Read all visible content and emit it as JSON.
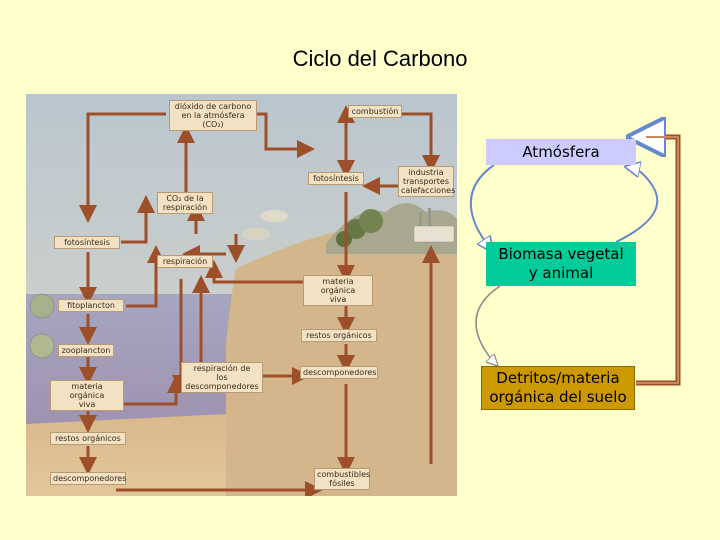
{
  "title": "Ciclo del Carbono",
  "figure_labels": {
    "co2_atmosfera": "dióxido de carbono\nen la atmósfera\n(CO₂)",
    "combustion": "combustión",
    "fotosintesis_right": "fotosíntesis",
    "industria": "industria\ntransportes\ncalefacciones",
    "co2_respiracion": "CO₂ de la\nrespiración",
    "fotosintesis_left": "fotosíntesis",
    "respiracion": "respiración",
    "materia_organica_viva_right": "materia orgánica\nviva",
    "fitoplancton": "fitoplancton",
    "restos_organicos_right": "restos orgánicos",
    "zooplancton": "zooplancton",
    "respiracion_descomponedores": "respiración de\nlos descomponedores",
    "descomponedores_right": "descomponedores",
    "materia_organica_viva_left": "materia orgánica\nviva",
    "restos_organicos_left": "restos orgánicos",
    "descomponedores_left": "descomponedores",
    "combustibles_fosiles": "combustibles\nfósiles"
  },
  "boxes": {
    "atmosfera": "Atmósfera",
    "biomasa": "Biomasa vegetal\ny animal",
    "detritos": "Detritos/materia\norgánica del suelo"
  },
  "colors": {
    "background": "#ffffcc",
    "atmosfera": "#ccccff",
    "biomasa": "#00cc99",
    "detritos": "#cc9900",
    "arrow_brown": "#a0522d",
    "arrow_blue": "#6688cc"
  }
}
